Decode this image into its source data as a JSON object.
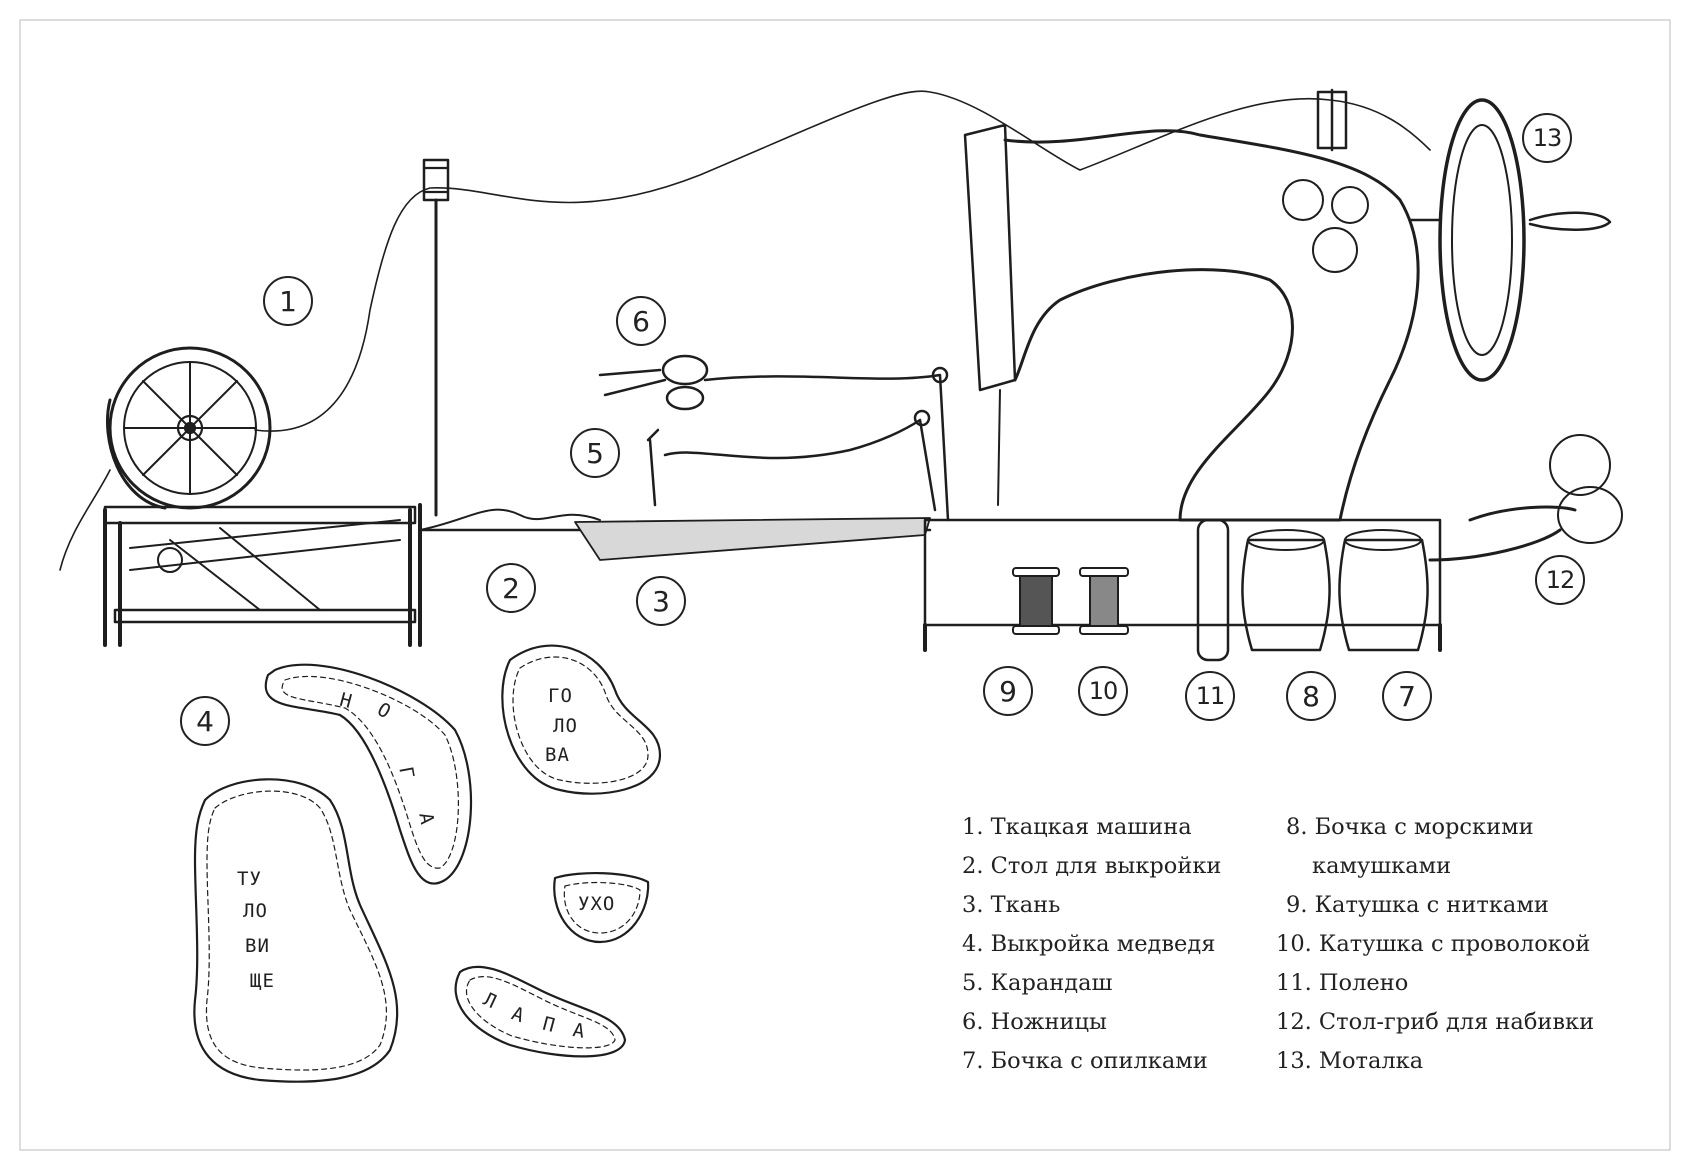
{
  "markers": [
    "1",
    "2",
    "3",
    "4",
    "5",
    "6",
    "7",
    "8",
    "9",
    "10",
    "11",
    "12",
    "13"
  ],
  "pattern_labels": {
    "noga": [
      "Н",
      "О",
      "Г",
      "А"
    ],
    "golova": [
      "ГО",
      "ЛО",
      "ВА"
    ],
    "tulovishche": [
      "ТУ",
      "ЛО",
      "ВИ",
      "ЩЕ"
    ],
    "ukho": "УХО",
    "lapa": [
      "Л",
      "А",
      "П",
      "А"
    ]
  },
  "legend": {
    "left": [
      "1. Ткацкая машина",
      "2. Стол для выкройки",
      "3. Ткань",
      "4. Выкройка медведя",
      "5. Карандаш",
      "6. Ножницы",
      "7. Бочка с опилками"
    ],
    "right": [
      "8. Бочка с морскими",
      "камушками",
      "9. Катушка с нитками",
      "10. Катушка с проволокой",
      "11. Полено",
      "12. Стол-гриб для набивки",
      "13. Моталка"
    ]
  }
}
